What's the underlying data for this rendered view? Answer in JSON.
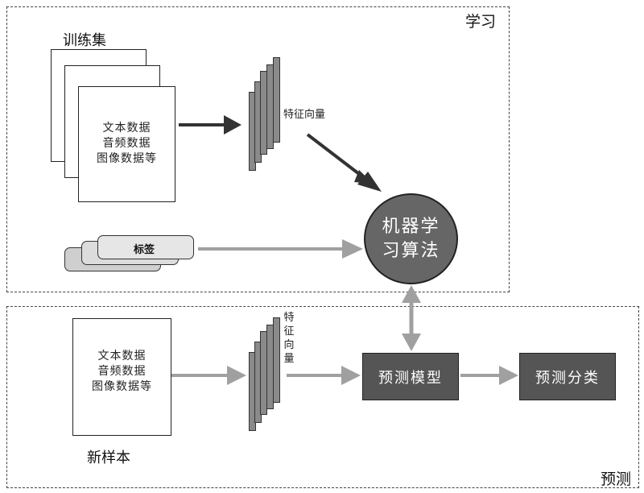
{
  "regions": {
    "learning_label": "学习",
    "prediction_label": "预测"
  },
  "learning": {
    "training_set_label": "训练集",
    "doc_lines": [
      "文本数据",
      "音频数据",
      "图像数据等"
    ],
    "feature_vector_label": "特征向量",
    "tag_label": "标签",
    "ml_algorithm_lines": [
      "机器学",
      "习算法"
    ]
  },
  "prediction": {
    "doc_lines": [
      "文本数据",
      "音频数据",
      "图像数据等"
    ],
    "new_sample_label": "新样本",
    "feature_vector_vertical": [
      "特",
      "征",
      "向",
      "量"
    ],
    "model_label": "预测模型",
    "classification_label": "预测分类"
  }
}
